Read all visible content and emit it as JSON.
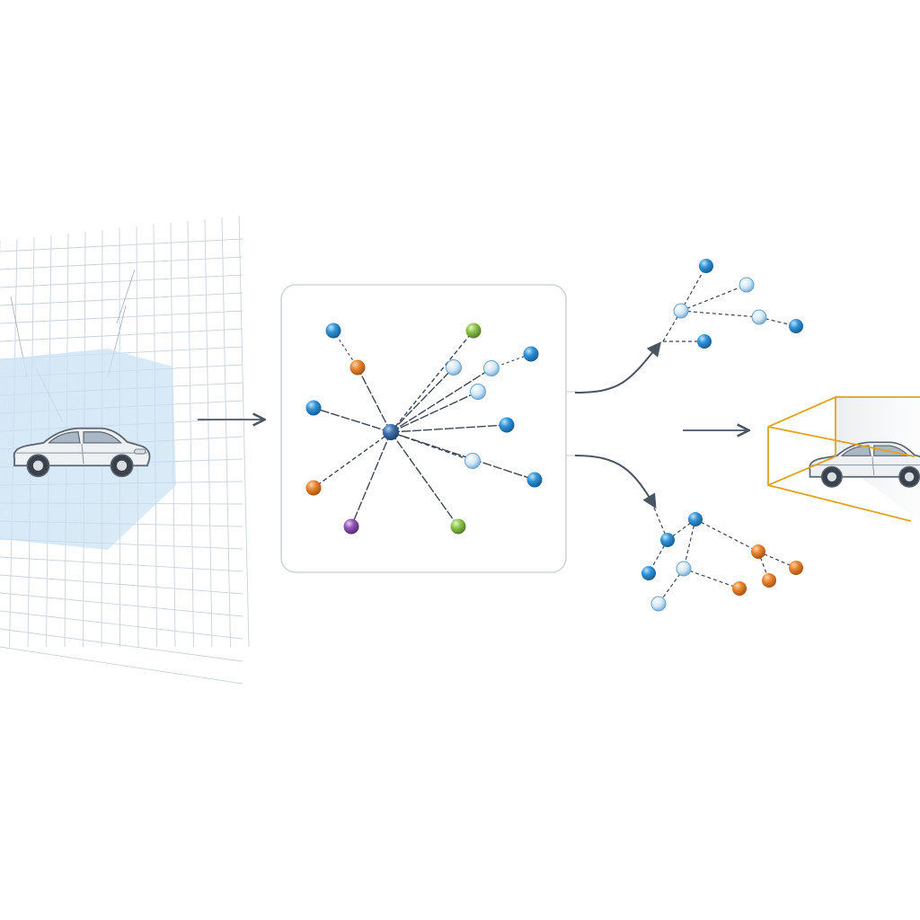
{
  "colors": {
    "background": "#ffffff",
    "grid": "#c9d3de",
    "region": "#bfdcf2",
    "panel_border": "#cfd6dd",
    "edge": "#3c4654",
    "arrow": "#4a5561",
    "hub": "#3f6fa8",
    "blue": "#2f92d6",
    "light_blue": "#cfe6f7",
    "orange": "#e9842e",
    "green": "#8bc34a",
    "purple": "#8f55b8",
    "bbox": "#e3a21f",
    "car_body": "#eef1f4",
    "car_outline": "#5b6570",
    "car_glass": "#aab8c6"
  },
  "icons": {
    "input_scene": "car-in-point-cloud-grid-icon",
    "output_scene": "car-in-3d-bounding-box-icon"
  },
  "graph": {
    "hub": "blue",
    "nodes": [
      "blue",
      "orange",
      "blue",
      "orange",
      "purple",
      "green",
      "green",
      "light_blue",
      "light_blue",
      "blue",
      "light_blue",
      "blue",
      "light_blue",
      "blue"
    ]
  },
  "branch_top": {
    "nodes": [
      "blue",
      "light_blue",
      "light_blue",
      "blue",
      "light_blue",
      "blue"
    ]
  },
  "branch_bottom": {
    "nodes": [
      "blue",
      "blue",
      "blue",
      "light_blue",
      "light_blue",
      "orange",
      "orange",
      "orange",
      "orange"
    ]
  }
}
